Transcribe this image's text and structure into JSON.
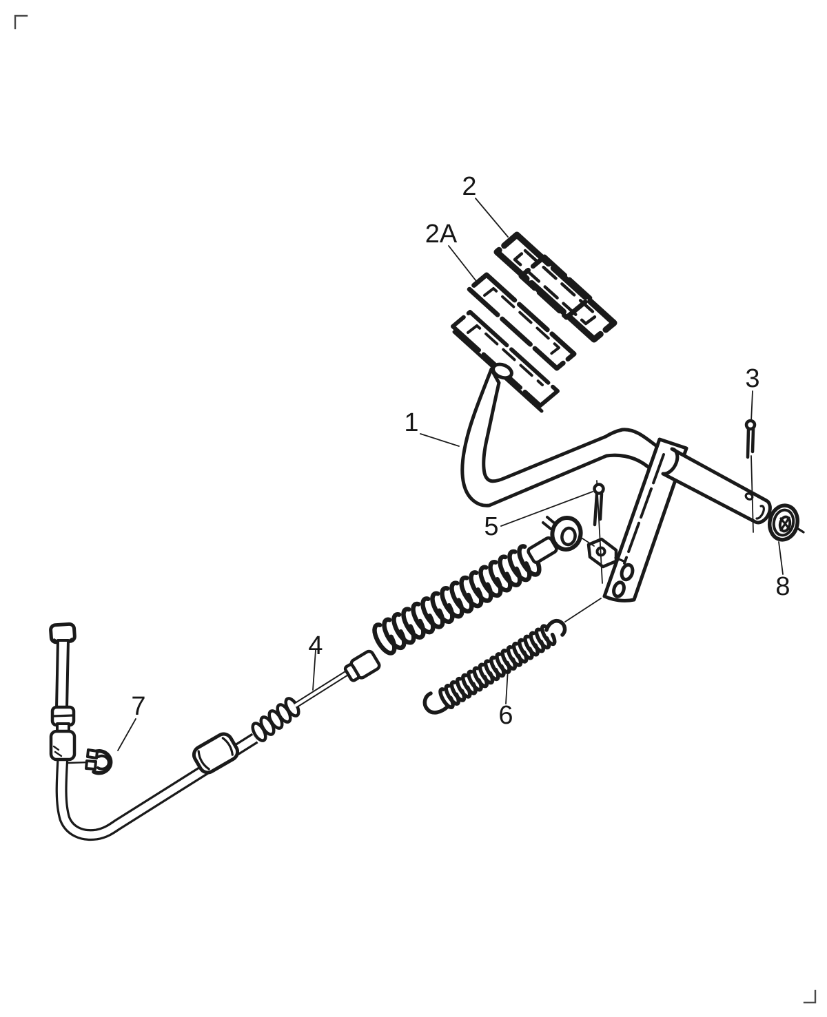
{
  "figure": {
    "type": "exploded-parts-line-diagram",
    "colors": {
      "line": "#1a1a1a",
      "background": "#ffffff",
      "crop_mark": "#4a4a4a"
    }
  },
  "callouts": [
    {
      "id": "1",
      "label": "1"
    },
    {
      "id": "2",
      "label": "2"
    },
    {
      "id": "2A",
      "label": "2A"
    },
    {
      "id": "3",
      "label": "3"
    },
    {
      "id": "4",
      "label": "4"
    },
    {
      "id": "5",
      "label": "5"
    },
    {
      "id": "6",
      "label": "6"
    },
    {
      "id": "7",
      "label": "7"
    },
    {
      "id": "8",
      "label": "8"
    }
  ]
}
